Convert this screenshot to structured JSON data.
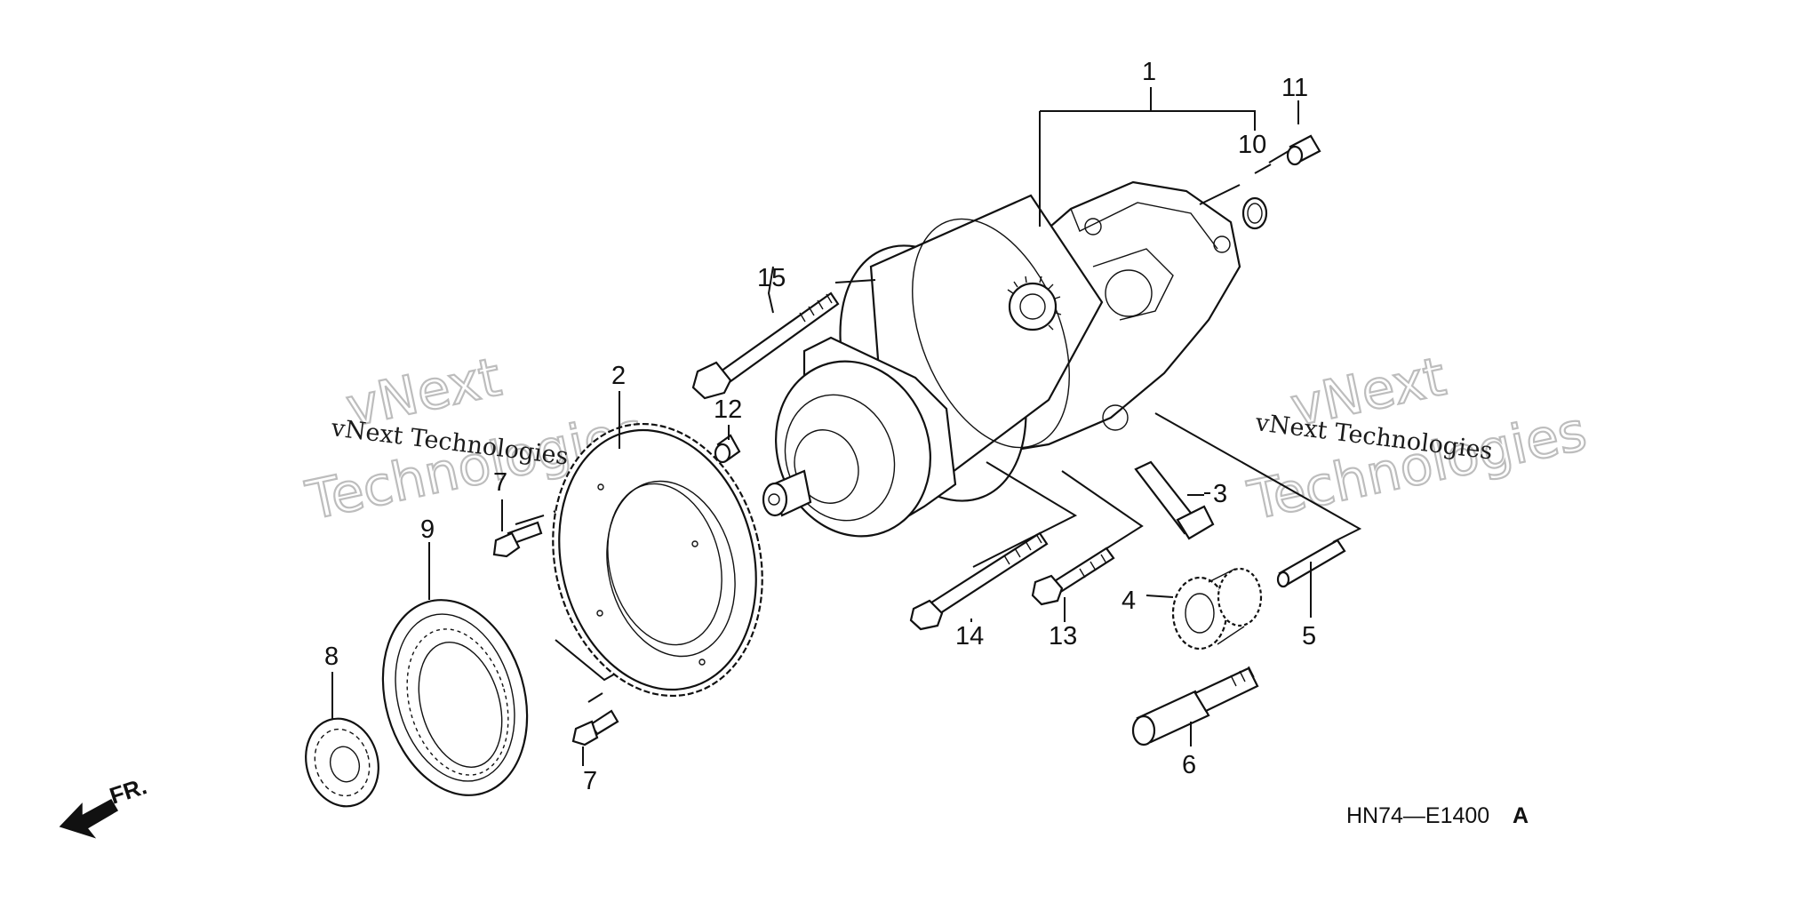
{
  "diagram_code": "HN74—E1400",
  "diagram_code_suffix": "A",
  "direction_label": "FR.",
  "watermark": {
    "line1": "vNext",
    "line2": "Technologies",
    "caption": "vNext Technologies"
  },
  "callouts": {
    "c1": "1",
    "c2": "2",
    "c3": "3",
    "c4": "4",
    "c5": "5",
    "c6": "6",
    "c7a": "7",
    "c7b": "7",
    "c8": "8",
    "c9": "9",
    "c10": "10",
    "c11": "11",
    "c12": "12",
    "c13": "13",
    "c14": "14",
    "c15": "15"
  },
  "icons": {
    "direction_arrow": "front-arrow-icon"
  }
}
